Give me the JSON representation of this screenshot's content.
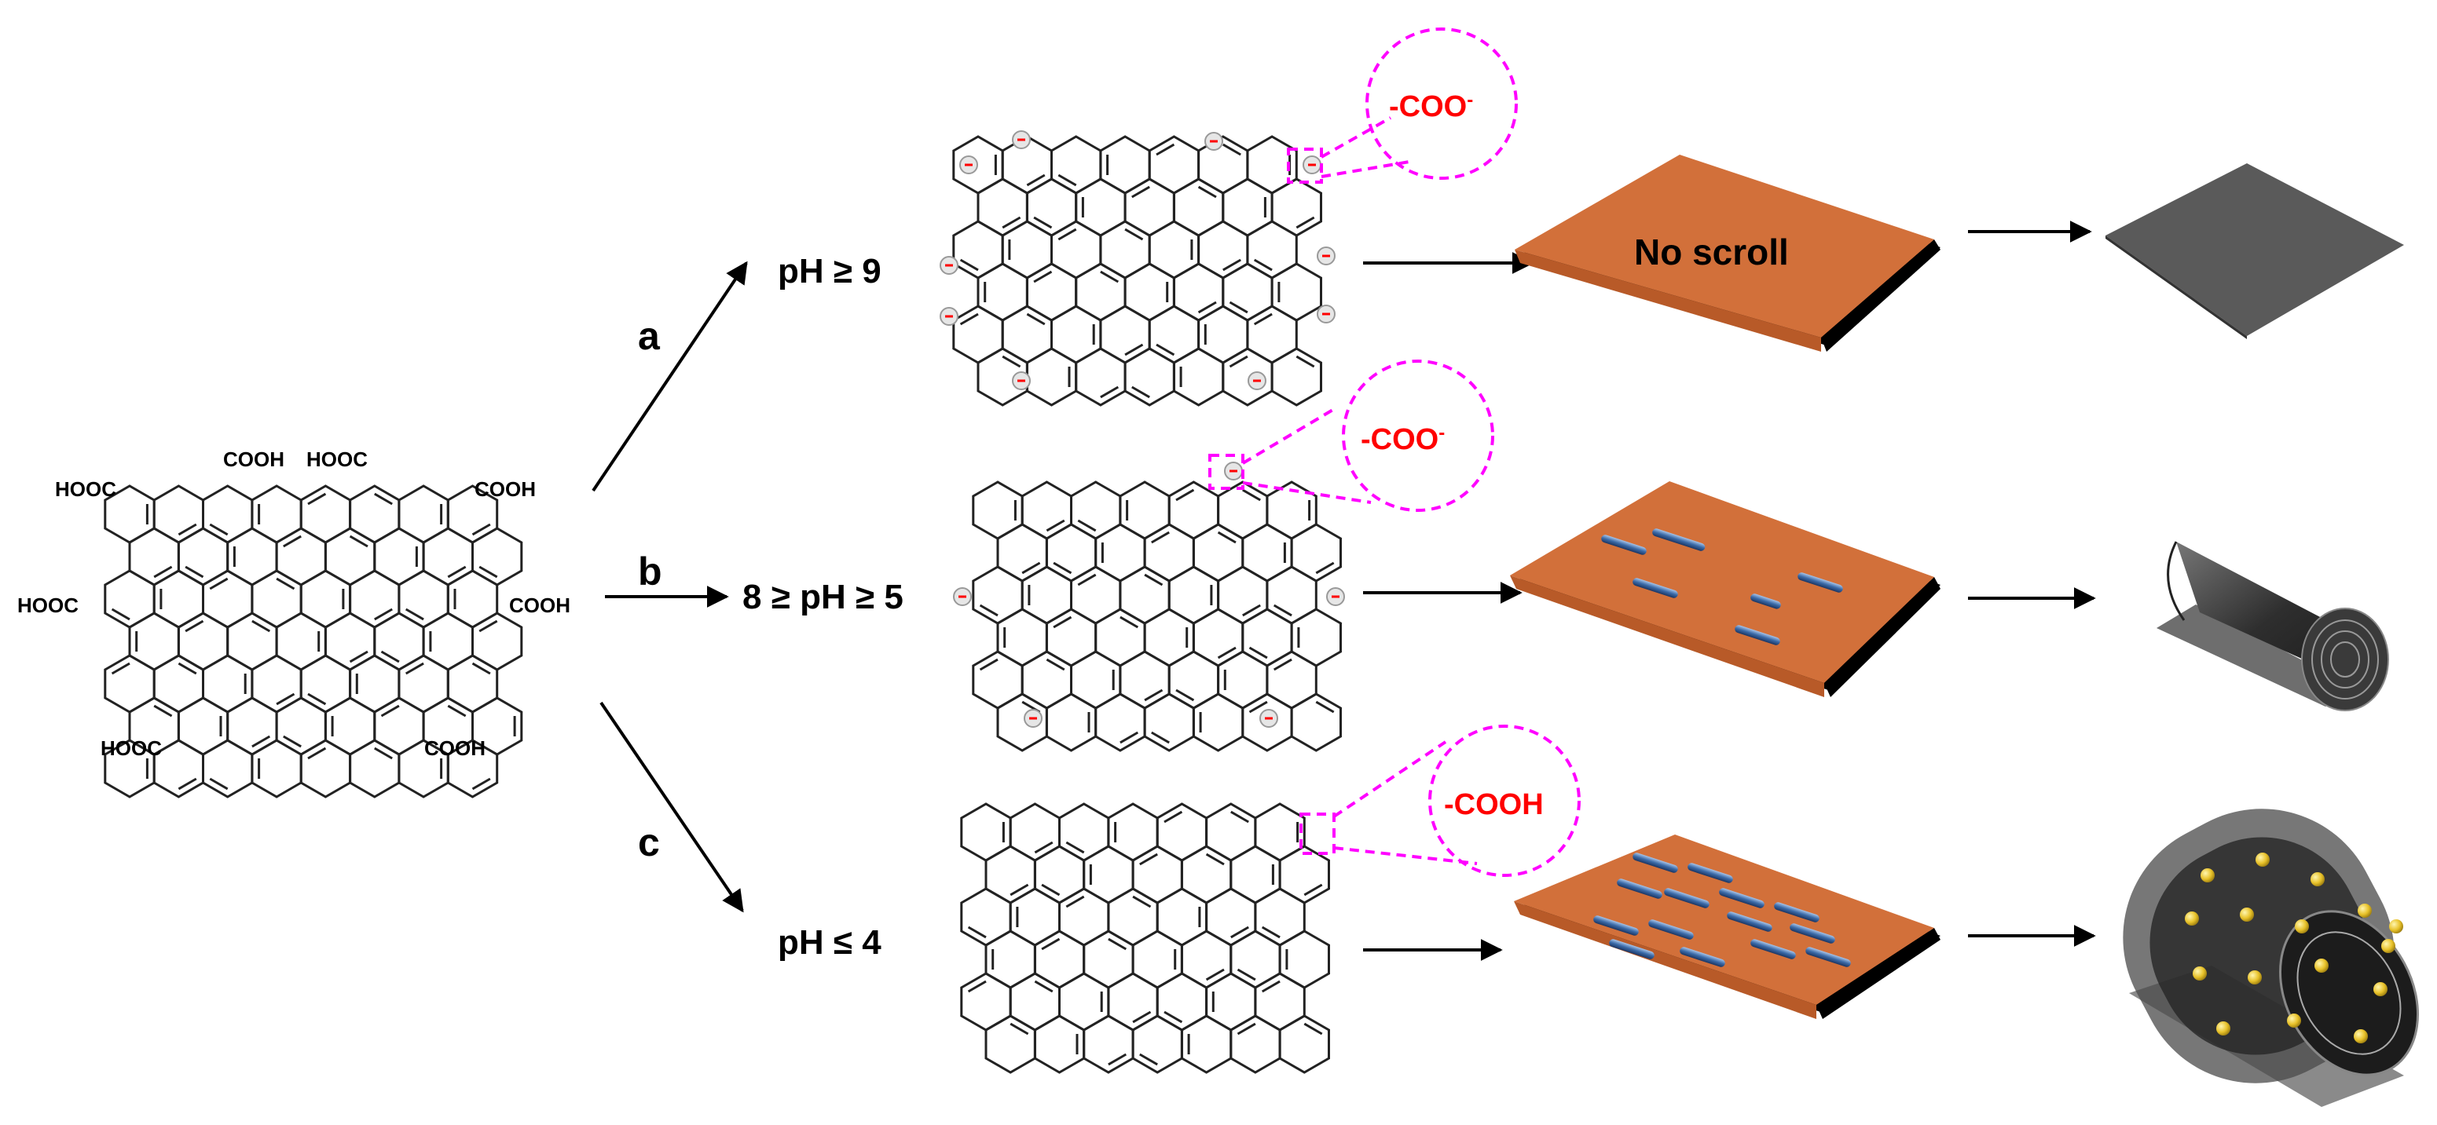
{
  "start_molecule": {
    "groups": [
      "HOOC",
      "COOH",
      "HOOC",
      "COOH",
      "HOOC",
      "COOH",
      "HOOC",
      "COOH"
    ]
  },
  "branches": [
    {
      "letter": "a",
      "condition": "pH ≥ 9",
      "group": "-COO",
      "group_sup": "-",
      "plate_text": "No scroll",
      "result": "flat sheet"
    },
    {
      "letter": "b",
      "condition": "8 ≥ pH ≥ 5",
      "group": "-COO",
      "group_sup": "-",
      "plate_text": "",
      "result": "scroll"
    },
    {
      "letter": "c",
      "condition": "pH ≤ 4",
      "group": "-COOH",
      "group_sup": "",
      "plate_text": "",
      "result": "scroll with particles"
    }
  ],
  "colors": {
    "plate": "#d2703a",
    "plate_edge": "#000000",
    "magenta": "#ff00ff",
    "charge": "#ff0000",
    "sheet": "#555555",
    "particle": "#f2d33a",
    "rod": "#3a6aa8"
  }
}
